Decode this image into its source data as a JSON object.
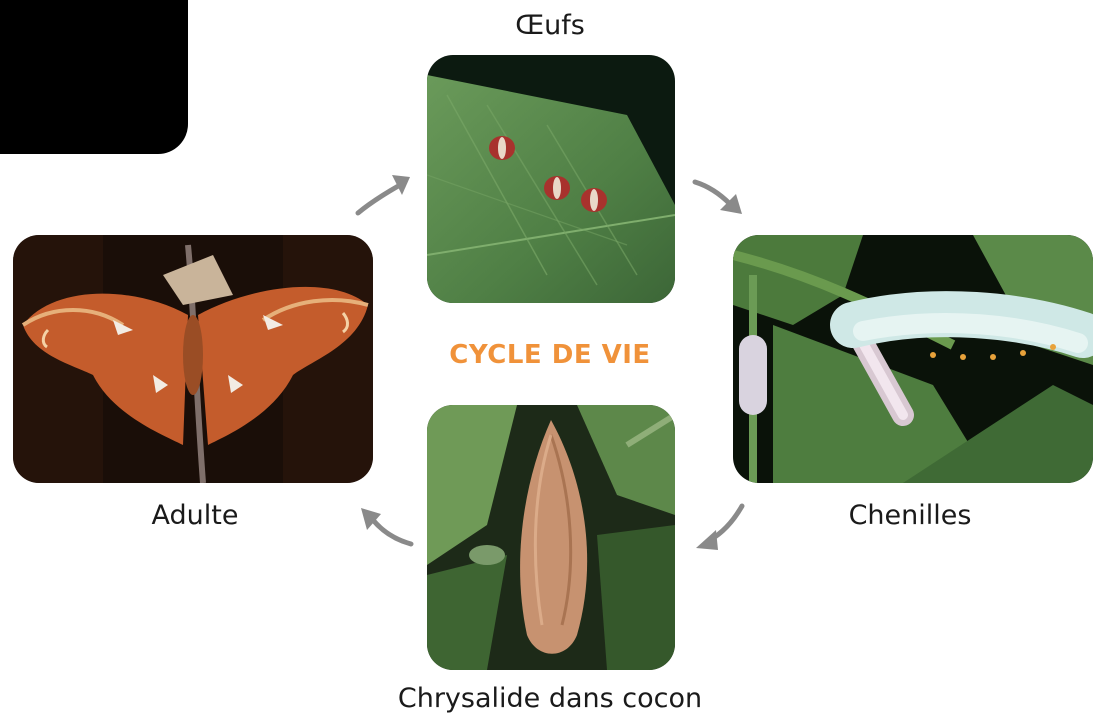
{
  "title": "CYCLE DE VIE",
  "stages": {
    "eggs": {
      "label": "Œufs"
    },
    "caterpillars": {
      "label": "Chenilles"
    },
    "chrysalis": {
      "label": "Chrysalide dans cocon"
    },
    "adult": {
      "label": "Adulte"
    }
  },
  "colors": {
    "title": "#f0923a",
    "arrow": "#8a8a8a",
    "label": "#1a1a1a"
  },
  "icons": [
    "curved-arrow-icon"
  ]
}
